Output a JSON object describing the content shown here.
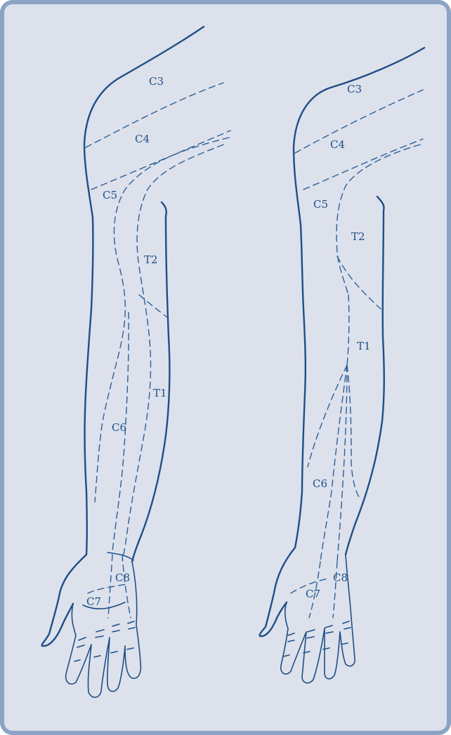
{
  "colors": {
    "background": "#dce1ec",
    "border": "#8ca3c4",
    "ink": "#1f4f86"
  },
  "left_arm": {
    "labels": {
      "c3": "C3",
      "c4": "C4",
      "c5": "C5",
      "t2": "T2",
      "t1": "T1",
      "c6": "C6",
      "c8": "C8",
      "c7": "C7"
    }
  },
  "right_arm": {
    "labels": {
      "c3": "C3",
      "c4": "C4",
      "c5": "C5",
      "t2": "T2",
      "t1": "T1",
      "c6": "C6",
      "c8": "C8",
      "c7": "C7"
    }
  }
}
